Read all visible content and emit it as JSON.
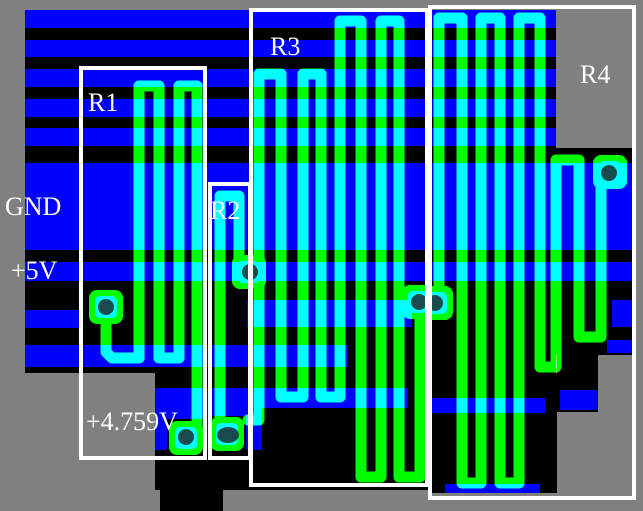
{
  "view": {
    "description": "PCB layout screenshot with four serpentine trace resistors on a two-layer board"
  },
  "labels": {
    "gnd": "GND",
    "plus5v": "+5V",
    "vout": "+4.759V"
  },
  "resistors": {
    "r1": "R1",
    "r2": "R2",
    "r3": "R3",
    "r4": "R4"
  },
  "colors": {
    "background": "#808080",
    "board": "#000000",
    "bottom_copper": "#0000ff",
    "top_copper": "#00ff00",
    "overlap": "#00ffff",
    "via_hole": "#184c4c",
    "outline": "#ffffff",
    "label_text": "#ffffff"
  }
}
